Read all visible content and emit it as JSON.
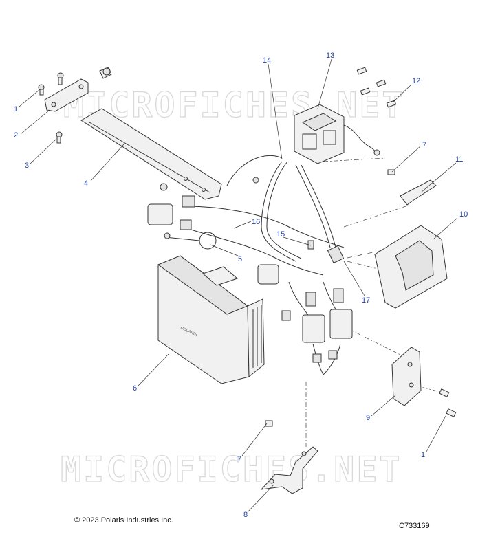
{
  "watermark": {
    "text": "MICROFICHES.NET"
  },
  "callouts": [
    {
      "id": "c1a",
      "label": "1"
    },
    {
      "id": "c2",
      "label": "2"
    },
    {
      "id": "c3",
      "label": "3"
    },
    {
      "id": "c4",
      "label": "4"
    },
    {
      "id": "c5",
      "label": "5"
    },
    {
      "id": "c6",
      "label": "6"
    },
    {
      "id": "c7a",
      "label": "7"
    },
    {
      "id": "c7b",
      "label": "7"
    },
    {
      "id": "c8",
      "label": "8"
    },
    {
      "id": "c9",
      "label": "9"
    },
    {
      "id": "c10",
      "label": "10"
    },
    {
      "id": "c11",
      "label": "11"
    },
    {
      "id": "c12",
      "label": "12"
    },
    {
      "id": "c13",
      "label": "13"
    },
    {
      "id": "c14",
      "label": "14"
    },
    {
      "id": "c15",
      "label": "15"
    },
    {
      "id": "c16",
      "label": "16"
    },
    {
      "id": "c17",
      "label": "17"
    },
    {
      "id": "c1b",
      "label": "1"
    }
  ],
  "footer": {
    "copyright": "© 2023 Polaris Industries Inc.",
    "diagram_code": "C733169"
  }
}
